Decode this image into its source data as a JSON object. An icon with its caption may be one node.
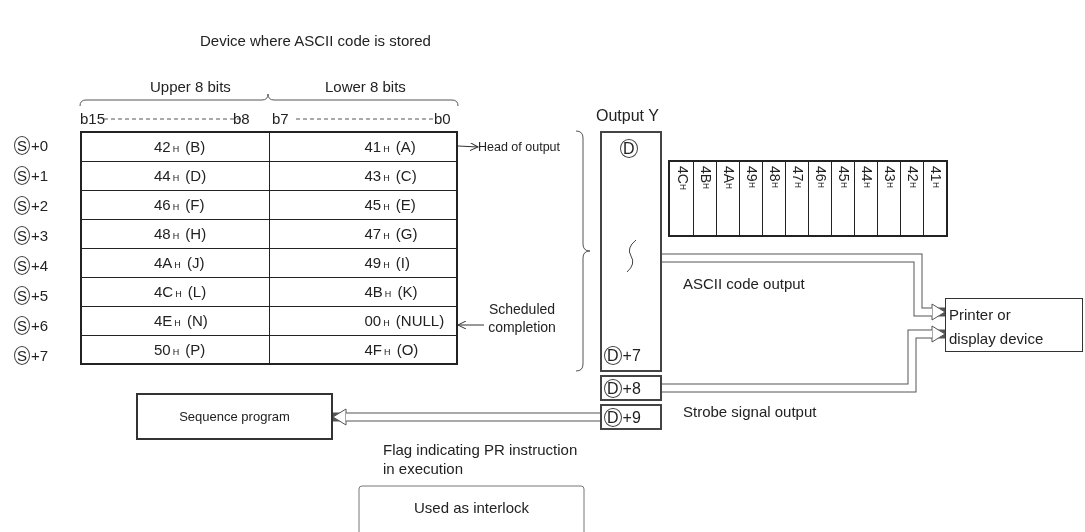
{
  "diagram": {
    "title": "Device where ASCII code is stored",
    "nodes": [
      {
        "text": [
          "Head of output"
        ]
      },
      {
        "text": [
          "Scheduled completion"
        ]
      },
      {
        "text": [
          "Output Y",
          "D",
          "D+7"
        ]
      },
      {
        "text": [
          "D+8"
        ]
      },
      {
        "text": [
          "D+9"
        ]
      },
      {
        "text": [
          "Printer or display device"
        ]
      },
      {
        "text": [
          "Sequence program"
        ]
      },
      {
        "text": [
          "Used as interlock"
        ]
      },
      {
        "text": [],
        "shape": "box"
      }
    ],
    "edges": [
      {
        "from": 8,
        "to": 0,
        "arrow": "to"
      },
      {
        "from": 1,
        "to": 8,
        "arrow": "to"
      },
      {
        "from": 2,
        "to": 5,
        "arrow": "to",
        "label": "ASCII code output"
      },
      {
        "from": 3,
        "to": 5,
        "arrow": "to",
        "label": "Strobe signal output"
      },
      {
        "from": 4,
        "to": 6,
        "arrow": "to",
        "label": "Flag indicating PR instruction in execution"
      }
    ],
    "labels": [
      "Upper 8 bits",
      "Lower 8 bits",
      "b15",
      "b8",
      "b7",
      "b0",
      "S+0",
      "42$_{H}$ (B)",
      "41$_{H}$ (A)",
      "S+1",
      "44$_{H}$ (D)",
      "43$_{H}$ (C)",
      "S+2",
      "46$_{H}$ (F)",
      "45$_{H}$ (E)",
      "S+3",
      "48$_{H}$ (H)",
      "47$_{H}$ (G)",
      "S+4",
      "4A$_{H}$ (J)",
      "49$_{H}$ (I)",
      "S+5",
      "4C$_{H}$ (L)",
      "4B$_{H}$ (K)",
      "S+6",
      "4E$_{H}$ (N)",
      "00$_{H}$ (NULL)",
      "S+7",
      "50$_{H}$ (P)",
      "4F$_{H}$ (O)",
      "4C$_{H}$",
      "4B$_{H}$",
      "4A$_{H}$",
      "49$_{H}$",
      "48$_{H}$",
      "47$_{H}$",
      "46$_{H}$",
      "45$_{H}$",
      "44$_{H}$",
      "43$_{H}$",
      "42$_{H}$",
      "41$_{H}$"
    ]
  }
}
